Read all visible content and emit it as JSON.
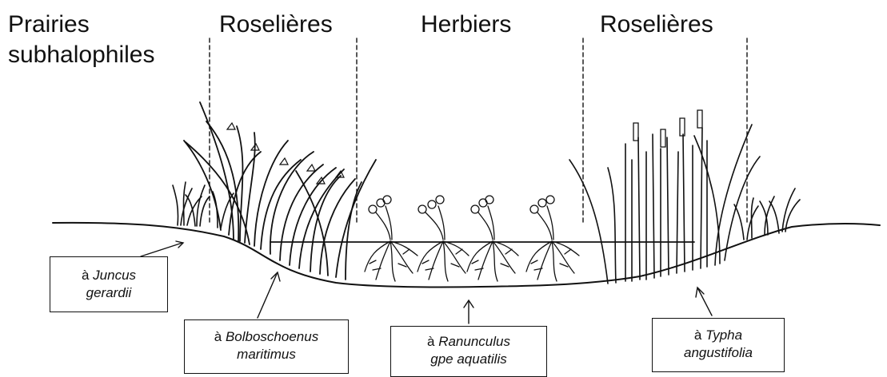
{
  "zones": {
    "prairies_line1": "Prairies",
    "prairies_line2": "subhalophiles",
    "roselieres_left": "Roselières",
    "herbiers": "Herbiers",
    "roselieres_right": "Roselières"
  },
  "labels": {
    "juncus": {
      "prefix": "à ",
      "line1": "Juncus",
      "line2": "gerardii"
    },
    "bolboschoenus": {
      "prefix": "à ",
      "line1": "Bolboschoenus",
      "line2": "maritimus"
    },
    "ranunculus": {
      "prefix": "à ",
      "line1": "Ranunculus",
      "line2": "gpe aquatilis"
    },
    "typha": {
      "prefix": "à ",
      "line1": "Typha",
      "line2": "angustifolia"
    }
  }
}
